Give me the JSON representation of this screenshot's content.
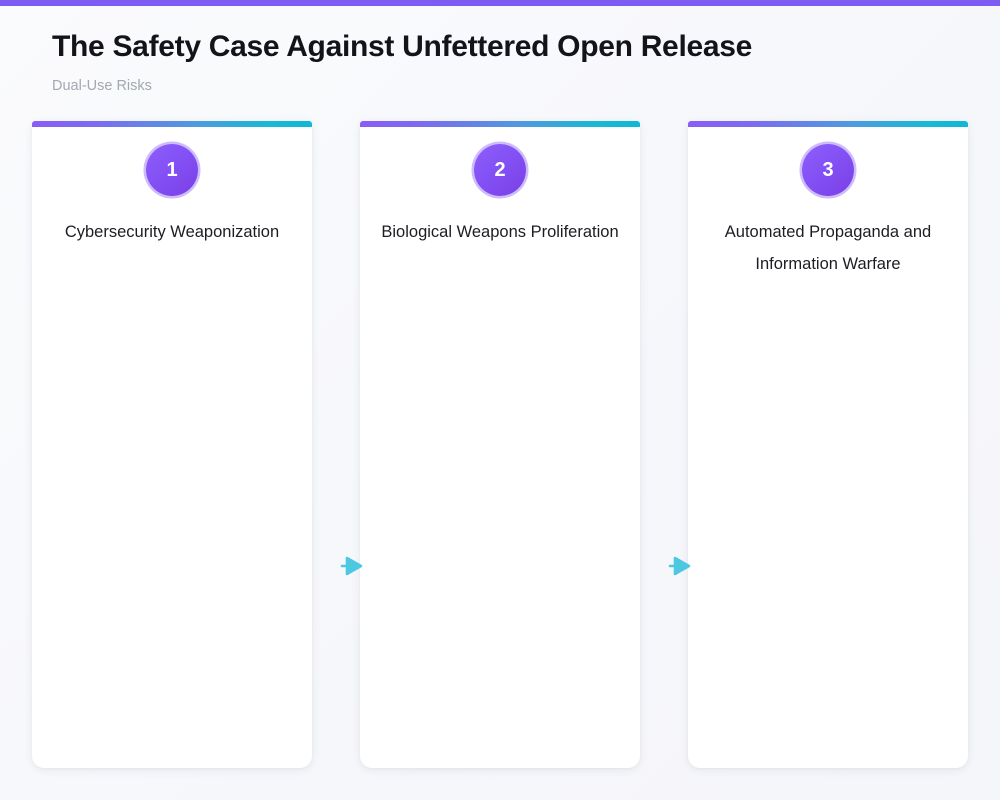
{
  "theme": {
    "accent_purple": "#7c5cf2",
    "accent_cyan": "#0fb8d6",
    "badge_gradient_from": "#8f5ef8",
    "badge_gradient_to": "#7b3fe4",
    "arrow_color": "#4cc8e0",
    "background": "#f7f8fb",
    "title_color": "#12141a",
    "subtitle_color": "#a2a7b0"
  },
  "header": {
    "title": "The Safety Case Against Unfettered Open Release",
    "subtitle": "Dual-Use Risks"
  },
  "cards": [
    {
      "number": "1",
      "title": "Cybersecurity Weaponization",
      "body": ""
    },
    {
      "number": "2",
      "title": "Biological Weapons Proliferation",
      "body": ""
    },
    {
      "number": "3",
      "title": "Automated Propaganda and Information Warfare",
      "body": ""
    }
  ],
  "connectors": [
    {
      "icon": "arrow-right-icon"
    },
    {
      "icon": "arrow-right-icon"
    }
  ]
}
